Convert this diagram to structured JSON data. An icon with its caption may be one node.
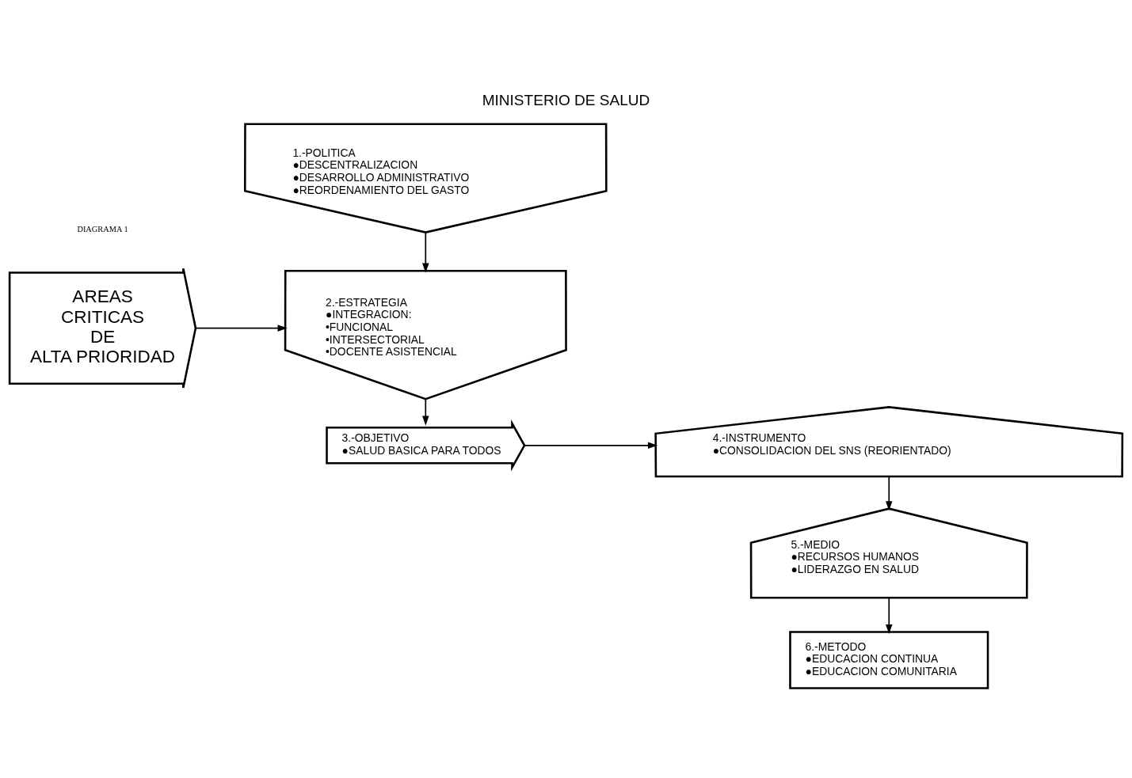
{
  "diagram": {
    "title": "MINISTERIO DE SALUD",
    "nodes": [
      {
        "text": [
          "AREAS CRITICAS DE ALTA PRIORIDAD"
        ]
      },
      {
        "text": [
          "1.-POLITICA",
          "●DESCENTRALIZACION",
          "●DESARROLLO ADMINISTRATIVO",
          "●REORDENAMIENTO DEL GASTO"
        ]
      },
      {
        "text": [
          "2.-ESTRATEGIA",
          "●INTEGRACION:",
          "•FUNCIONAL",
          "•INTERSECTORIAL",
          "•DOCENTE ASISTENCIAL"
        ]
      },
      {
        "text": [
          "3.-OBJETIVO",
          "●SALUD BASICA PARA TODOS"
        ]
      },
      {
        "text": [
          "4.-INSTRUMENTO",
          "●CONSOLIDACION DEL SNS (REORIENTADO)"
        ]
      },
      {
        "text": [
          "5.-MEDIO",
          "●RECURSOS HUMANOS",
          "●LIDERAZGO EN SALUD"
        ]
      },
      {
        "text": [
          "6.-METODO",
          "●EDUCACION CONTINUA",
          "●EDUCACION COMUNITARIA"
        ]
      }
    ],
    "edges": [
      {
        "from": 0,
        "to": 2,
        "arrow": "to"
      },
      {
        "from": 1,
        "to": 2,
        "arrow": "to"
      },
      {
        "from": 2,
        "to": 3,
        "arrow": "to"
      },
      {
        "from": 3,
        "to": 4,
        "arrow": "to"
      },
      {
        "from": 4,
        "to": 5,
        "arrow": "to"
      },
      {
        "from": 5,
        "to": 6,
        "arrow": "to"
      }
    ],
    "labels": [
      "DIAGRAMA 1"
    ]
  }
}
